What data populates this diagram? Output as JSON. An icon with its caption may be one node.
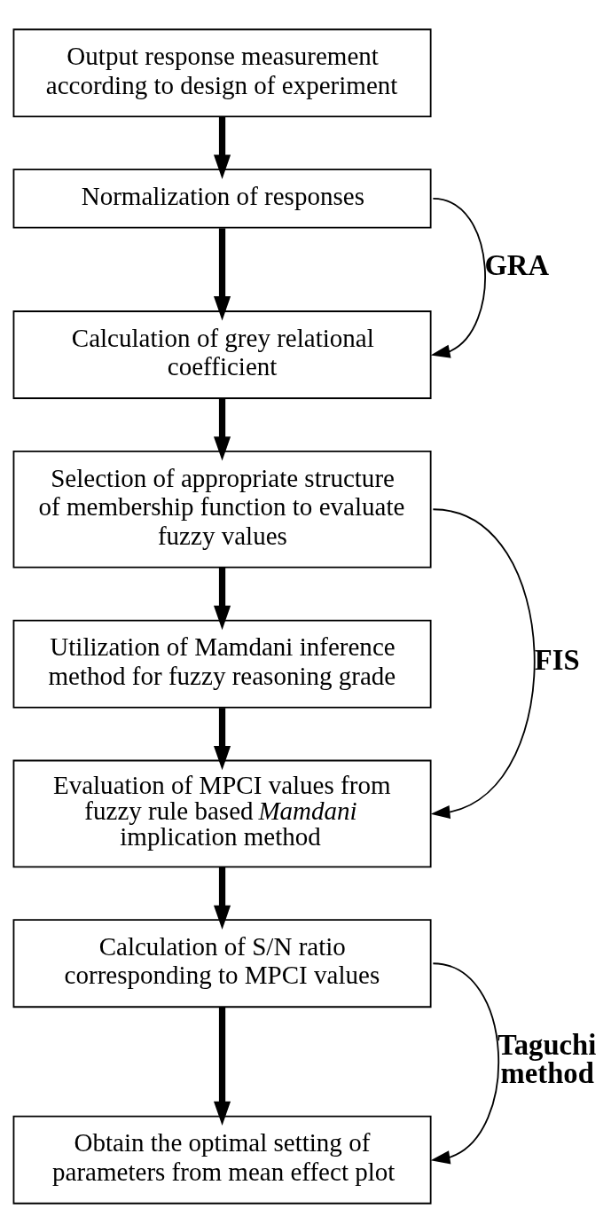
{
  "diagram": {
    "nodes": [
      {
        "text": [
          "Output response measurement according to design of experiment"
        ]
      },
      {
        "text": [
          "Normalization of responses"
        ]
      },
      {
        "text": [
          "Calculation of grey relational coefficient"
        ]
      },
      {
        "text": [
          "Selection of appropriate structure of membership function to evaluate fuzzy values"
        ]
      },
      {
        "text": [
          "Utilization of Mamdani inference method for fuzzy reasoning grade"
        ]
      },
      {
        "text": [
          "Evaluation of MPCI values from fuzzy rule based *Mamdani* implication method"
        ]
      },
      {
        "text": [
          "Calculation of S/N ratio corresponding to MPCI values"
        ]
      },
      {
        "text": [
          "Obtain the optimal setting of parameters from mean effect plot"
        ]
      }
    ],
    "edges": [
      {
        "from": 0,
        "to": 1,
        "arrow": "to"
      },
      {
        "from": 1,
        "to": 2,
        "arrow": "to"
      },
      {
        "from": 1,
        "to": 2,
        "arrow": "to",
        "label": "GRA"
      },
      {
        "from": 2,
        "to": 3,
        "arrow": "to"
      },
      {
        "from": 3,
        "to": 4,
        "arrow": "to"
      },
      {
        "from": 4,
        "to": 5,
        "arrow": "to"
      },
      {
        "from": 3,
        "to": 5,
        "arrow": "to",
        "label": "FIS"
      },
      {
        "from": 5,
        "to": 6,
        "arrow": "to"
      },
      {
        "from": 6,
        "to": 7,
        "arrow": "to"
      },
      {
        "from": 6,
        "to": 7,
        "arrow": "to",
        "label": "Taguchi method"
      }
    ]
  }
}
